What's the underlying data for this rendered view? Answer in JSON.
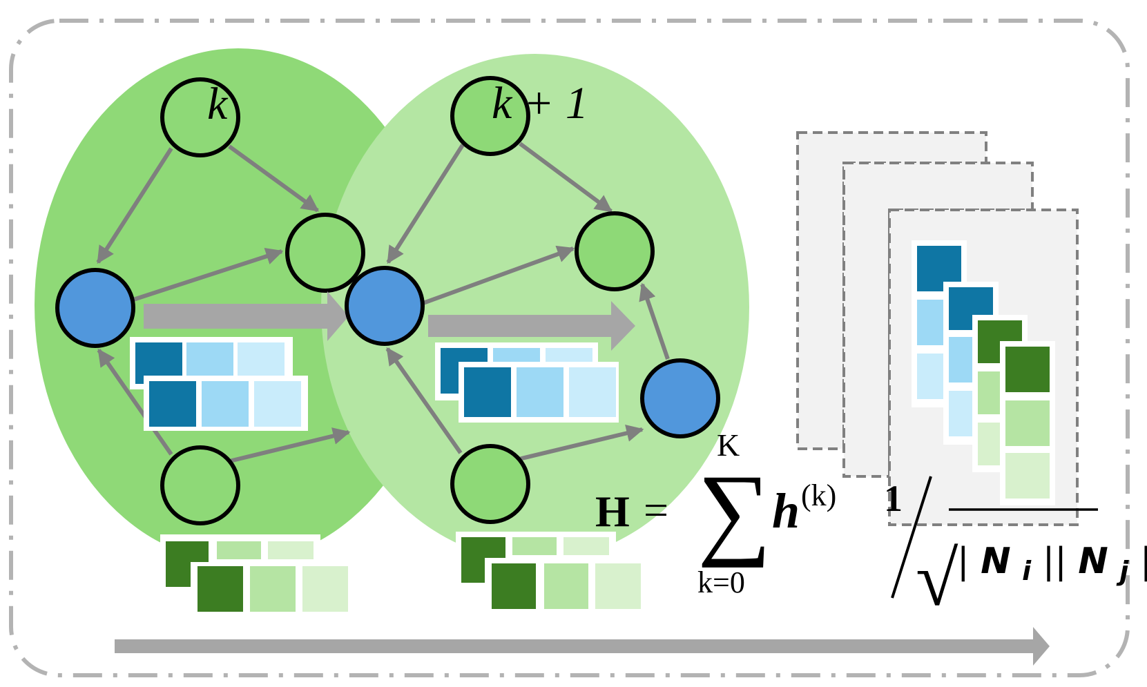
{
  "colors": {
    "frame_dash": "#b3b3b3",
    "ellipse_k": "#8fd977",
    "ellipse_k1": "#b4e6a3",
    "node_green": "#8ed977",
    "node_blue": "#5197dc",
    "edge": "#7f7f7f",
    "flow_arrow": "#a6a6a6",
    "blue_dark": "#0f76a4",
    "blue_mid": "#9dd9f5",
    "blue_light": "#c9ecfb",
    "green_dark": "#3c7d22",
    "green_mid": "#b5e4a3",
    "green_light": "#d8f1cd",
    "panel_fill": "#f2f2f2",
    "panel_dash": "#808080"
  },
  "layers": {
    "k_label": "k",
    "k1_label": "k + 1"
  },
  "formula": {
    "lhs": "H",
    "equals": "=",
    "sum_symbol": "∑",
    "upper_limit": "K",
    "lower_limit": "k=0",
    "term_base": "h",
    "term_superscript": "(k)",
    "numerator": "1",
    "radical_symbol": "√",
    "denominator": "|N_i||N_j|",
    "den_abs_open": "|",
    "den_N1": "N",
    "den_sub1": "i",
    "den_abs_mid": "||",
    "den_N2": "N",
    "den_sub2": "j",
    "den_abs_close": "|"
  },
  "icons": {
    "graph_nodes": "circle-node",
    "embeddings": "color-block-vector",
    "flow": "right-arrow"
  }
}
